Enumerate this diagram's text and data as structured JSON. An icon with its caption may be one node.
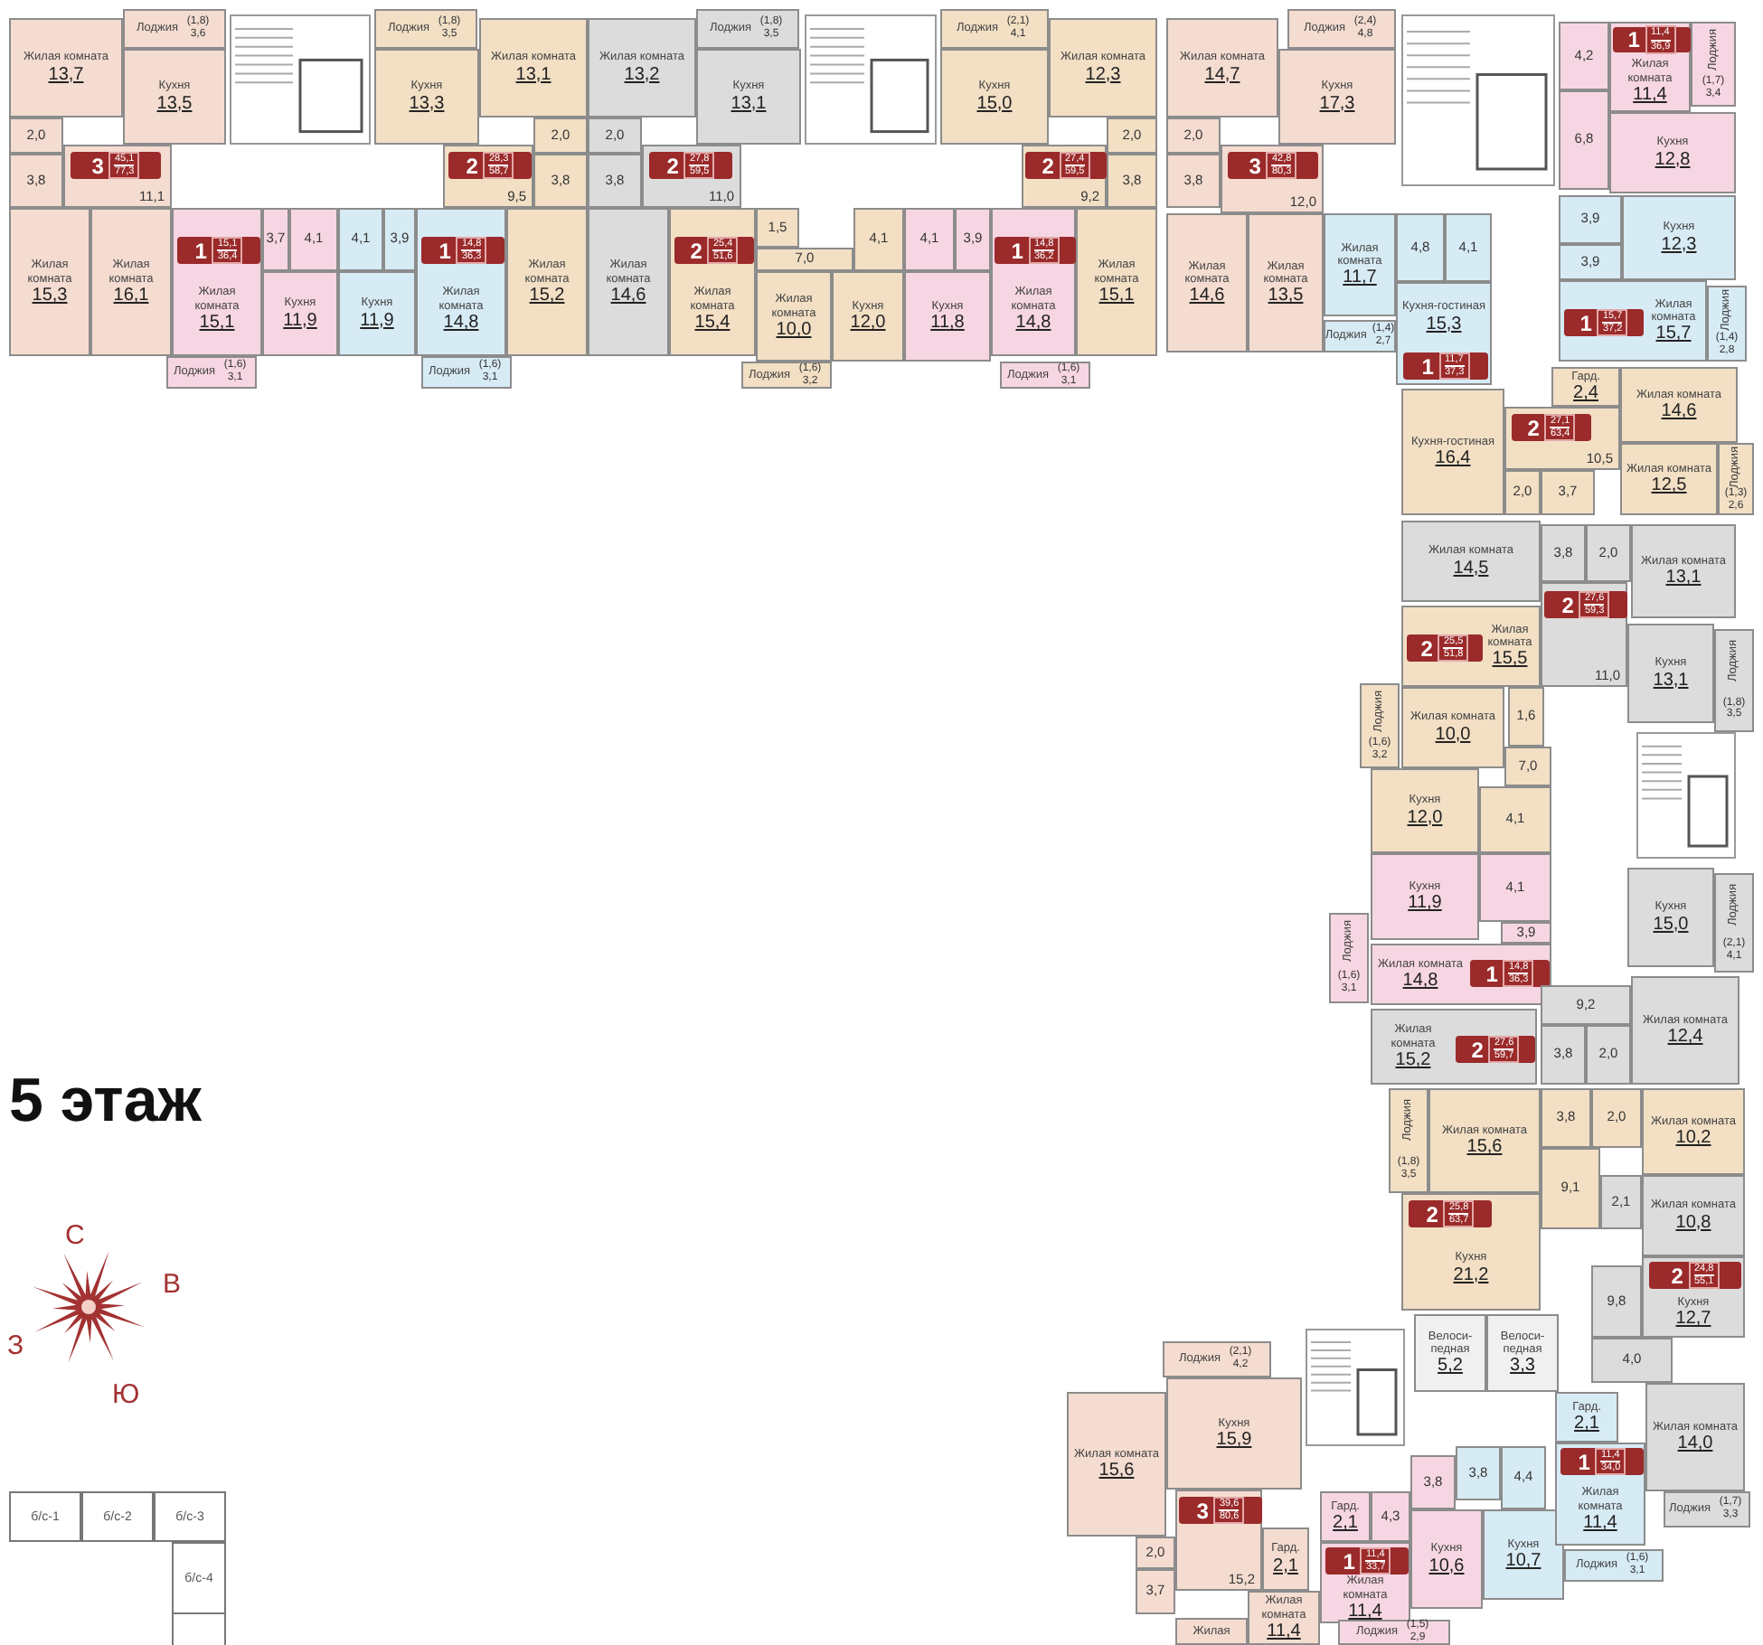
{
  "diagram": {
    "title": "5 этаж",
    "nodes": [
      {
        "text": [
          "Лоджия",
          "(1,8) 3,6"
        ]
      },
      {
        "text": [
          "Жилая комната",
          "13,7"
        ]
      },
      {
        "text": [
          "Кухня",
          "13,5"
        ]
      },
      {
        "text": [
          "2,0"
        ]
      },
      {
        "text": [
          "3,8"
        ]
      },
      {
        "text": [
          "11,1"
        ]
      },
      {
        "text": [
          "3",
          "45,1",
          "77,3"
        ],
        "in": 5
      },
      {
        "text": [
          "Жилая комната",
          "15,3"
        ]
      },
      {
        "text": [
          "Жилая комната",
          "16,1"
        ]
      },
      {
        "text": [
          "Жилая комната",
          "15,1"
        ]
      },
      {
        "text": [
          "1",
          "15,1",
          "36,4"
        ],
        "in": 9
      },
      {
        "text": [
          "3,7"
        ]
      },
      {
        "text": [
          "4,1"
        ]
      },
      {
        "text": [
          "Кухня",
          "11,9"
        ]
      },
      {
        "text": [
          "Лоджия",
          "(1,6) 3,1"
        ]
      },
      {
        "text": [
          "4,1"
        ]
      },
      {
        "text": [
          "3,9"
        ]
      },
      {
        "text": [
          "Кухня",
          "11,9"
        ]
      },
      {
        "text": [
          "Жилая комната",
          "14,8"
        ]
      },
      {
        "text": [
          "1",
          "14,8",
          "36,3"
        ],
        "in": 18
      },
      {
        "text": [
          "Лоджия",
          "(1,6) 3,1"
        ]
      },
      {
        "text": [
          "Лоджия",
          "(1,8) 3,5"
        ]
      },
      {
        "text": [
          "Кухня",
          "13,3"
        ]
      },
      {
        "text": [
          "Жилая комната",
          "13,1"
        ]
      },
      {
        "text": [
          "9,5"
        ]
      },
      {
        "text": [
          "2",
          "28,3",
          "58,7"
        ],
        "in": 24
      },
      {
        "text": [
          "2,0"
        ]
      },
      {
        "text": [
          "3,8"
        ]
      },
      {
        "text": [
          "Жилая комната",
          "15,2"
        ]
      },
      {
        "text": [
          "Лоджия",
          "(1,8) 3,5"
        ]
      },
      {
        "text": [
          "Жилая комната",
          "13,2"
        ]
      },
      {
        "text": [
          "Кухня",
          "13,1"
        ]
      },
      {
        "text": [
          "2,0"
        ]
      },
      {
        "text": [
          "3,8"
        ]
      },
      {
        "text": [
          "11,0"
        ]
      },
      {
        "text": [
          "2",
          "27,8",
          "59,5"
        ],
        "in": 34
      },
      {
        "text": [
          "Жилая комната",
          "14,6"
        ]
      },
      {
        "text": [
          "Жилая комната",
          "15,4"
        ]
      },
      {
        "text": [
          "2",
          "25,4",
          "51,6"
        ],
        "in": 37
      },
      {
        "text": [
          "1,5"
        ]
      },
      {
        "text": [
          "7,0"
        ]
      },
      {
        "text": [
          "4,1"
        ]
      },
      {
        "text": [
          "Жилая комната",
          "10,0"
        ]
      },
      {
        "text": [
          "Кухня",
          "12,0"
        ]
      },
      {
        "text": [
          "Лоджия",
          "(1,6) 3,2"
        ]
      },
      {
        "text": [
          "4,1"
        ]
      },
      {
        "text": [
          "3,9"
        ]
      },
      {
        "text": [
          "Кухня",
          "11,8"
        ]
      },
      {
        "text": [
          "Жилая комната",
          "14,8"
        ]
      },
      {
        "text": [
          "1",
          "14,8",
          "36,2"
        ],
        "in": 48
      },
      {
        "text": [
          "Лоджия",
          "(1,6) 3,1"
        ]
      },
      {
        "text": [
          "Лоджия",
          "(2,1) 4,1"
        ]
      },
      {
        "text": [
          "Кухня",
          "15,0"
        ]
      },
      {
        "text": [
          "Жилая комната",
          "12,3"
        ]
      },
      {
        "text": [
          "9,2"
        ]
      },
      {
        "text": [
          "2",
          "27,4",
          "59,5"
        ],
        "in": 54
      },
      {
        "text": [
          "2,0"
        ]
      },
      {
        "text": [
          "3,8"
        ]
      },
      {
        "text": [
          "Жилая комната",
          "15,1"
        ]
      },
      {
        "text": [
          "Лоджия",
          "(2,4) 4,8"
        ]
      },
      {
        "text": [
          "Жилая комната",
          "14,7"
        ]
      },
      {
        "text": [
          "Кухня",
          "17,3"
        ]
      },
      {
        "text": [
          "2,0"
        ]
      },
      {
        "text": [
          "3,8"
        ]
      },
      {
        "text": [
          "12,0"
        ]
      },
      {
        "text": [
          "3",
          "42,8",
          "80,3"
        ],
        "in": 64
      },
      {
        "text": [
          "Жилая комната",
          "14,6"
        ]
      },
      {
        "text": [
          "Жилая комната",
          "13,5"
        ]
      },
      {
        "text": [
          "Жилая комната",
          "11,7"
        ]
      },
      {
        "text": [
          "Лоджия",
          "(1,4) 2,7"
        ]
      },
      {
        "text": [
          "4,8"
        ]
      },
      {
        "text": [
          "4,1"
        ]
      },
      {
        "text": [
          "Кухня-гостиная",
          "15,3"
        ]
      },
      {
        "text": [
          "1",
          "11,7",
          "37,3"
        ],
        "in": 72
      },
      {
        "text": [
          "4,2"
        ]
      },
      {
        "text": [
          "6,8"
        ]
      },
      {
        "text": [
          "Жилая комната",
          "11,4"
        ]
      },
      {
        "text": [
          "1",
          "11,4",
          "36,9"
        ],
        "in": 76
      },
      {
        "text": [
          "Лоджия",
          "(1,7) 3,4"
        ]
      },
      {
        "text": [
          "Кухня",
          "12,8"
        ]
      },
      {
        "text": [
          "3,9"
        ]
      },
      {
        "text": [
          "Кухня",
          "12,3"
        ]
      },
      {
        "text": [
          "3,9"
        ]
      },
      {
        "text": [
          "Жилая комната",
          "15,7"
        ]
      },
      {
        "text": [
          "1",
          "15,7",
          "37,2"
        ],
        "in": 83
      },
      {
        "text": [
          "Лоджия",
          "(1,4) 2,8"
        ]
      },
      {
        "text": [
          "Гард.",
          "2,4"
        ]
      },
      {
        "text": [
          "Жилая комната",
          "14,6"
        ]
      },
      {
        "text": [
          "Кухня-гостиная",
          "16,4"
        ]
      },
      {
        "text": [
          "10,5"
        ]
      },
      {
        "text": [
          "2",
          "27,1",
          "63,4"
        ],
        "in": 89
      },
      {
        "text": [
          "2,0"
        ]
      },
      {
        "text": [
          "3,7"
        ]
      },
      {
        "text": [
          "Жилая комната",
          "12,5"
        ]
      },
      {
        "text": [
          "Лоджия",
          "(1,3) 2,6"
        ]
      },
      {
        "text": [
          "Жилая комната",
          "14,5"
        ]
      },
      {
        "text": [
          "3,8"
        ]
      },
      {
        "text": [
          "2,0"
        ]
      },
      {
        "text": [
          "11,0"
        ]
      },
      {
        "text": [
          "2",
          "27,6",
          "59,3"
        ],
        "in": 98
      },
      {
        "text": [
          "Жилая комната",
          "13,1"
        ]
      },
      {
        "text": [
          "Кухня",
          "13,1"
        ]
      },
      {
        "text": [
          "Лоджия",
          "(1,8) 3,5"
        ]
      },
      {
        "text": [
          "Жилая комната",
          "15,5"
        ]
      },
      {
        "text": [
          "2",
          "25,5",
          "51,8"
        ],
        "in": 103
      },
      {
        "text": [
          "Лоджия",
          "(1,6) 3,2"
        ]
      },
      {
        "text": [
          "Жилая комната",
          "10,0"
        ]
      },
      {
        "text": [
          "1,6"
        ]
      },
      {
        "text": [
          "7,0"
        ]
      },
      {
        "text": [
          "Кухня",
          "12,0"
        ]
      },
      {
        "text": [
          "4,1"
        ]
      },
      {
        "text": [
          "Кухня",
          "11,9"
        ]
      },
      {
        "text": [
          "4,1"
        ]
      },
      {
        "text": [
          "3,9"
        ]
      },
      {
        "text": [
          "Жилая комната",
          "14,8"
        ]
      },
      {
        "text": [
          "1",
          "14,8",
          "36,3"
        ],
        "in": 114
      },
      {
        "text": [
          "Лоджия",
          "(1,6) 3,1"
        ]
      },
      {
        "text": [
          "Кухня",
          "15,0"
        ]
      },
      {
        "text": [
          "Лоджия",
          "(2,1) 4,1"
        ]
      },
      {
        "text": [
          "Жилая комната",
          "15,2"
        ]
      },
      {
        "text": [
          "2",
          "27,6",
          "59,7"
        ],
        "in": 119
      },
      {
        "text": [
          "9,2"
        ]
      },
      {
        "text": [
          "3,8"
        ]
      },
      {
        "text": [
          "2,0"
        ]
      },
      {
        "text": [
          "Жилая комната",
          "12,4"
        ]
      },
      {
        "text": [
          "Лоджия",
          "(1,8) 3,5"
        ]
      },
      {
        "text": [
          "Жилая комната",
          "15,6"
        ]
      },
      {
        "text": [
          "3,8"
        ]
      },
      {
        "text": [
          "2,0"
        ]
      },
      {
        "text": [
          "9,1"
        ]
      },
      {
        "text": [
          "Жилая комната",
          "10,2"
        ]
      },
      {
        "text": [
          "Кухня",
          "21,2"
        ]
      },
      {
        "text": [
          "2",
          "25,8",
          "63,7"
        ],
        "in": 131
      },
      {
        "text": [
          "2,1"
        ]
      },
      {
        "text": [
          "Жилая комната",
          "10,8"
        ]
      },
      {
        "text": [
          "9,8"
        ]
      },
      {
        "text": [
          "Кухня",
          "12,7"
        ]
      },
      {
        "text": [
          "2",
          "24,8",
          "55,1"
        ],
        "in": 136
      },
      {
        "text": [
          "4,0"
        ]
      },
      {
        "text": [
          "Жилая комната",
          "14,0"
        ]
      },
      {
        "text": [
          "Лоджия",
          "(1,7) 3,3"
        ]
      },
      {
        "text": [
          "Велоси-педная",
          "5,2"
        ]
      },
      {
        "text": [
          "Велоси-педная",
          "3,3"
        ]
      },
      {
        "text": [
          "Лоджия",
          "(2,1) 4,2"
        ]
      },
      {
        "text": [
          "Жилая комната",
          "15,6"
        ]
      },
      {
        "text": [
          "Кухня",
          "15,9"
        ]
      },
      {
        "text": [
          "2,0"
        ]
      },
      {
        "text": [
          "3,7"
        ]
      },
      {
        "text": [
          "15,2"
        ]
      },
      {
        "text": [
          "3",
          "39,6",
          "80,6"
        ],
        "in": 148
      },
      {
        "text": [
          "Гард.",
          "2,1"
        ]
      },
      {
        "text": [
          "Жилая комната",
          "11,4"
        ]
      },
      {
        "text": [
          "Жилая"
        ]
      },
      {
        "text": [
          "Гард.",
          "2,1"
        ]
      },
      {
        "text": [
          "4,3"
        ]
      },
      {
        "text": [
          "3,8"
        ]
      },
      {
        "text": [
          "Кухня",
          "10,6"
        ]
      },
      {
        "text": [
          "Жилая комната",
          "11,4"
        ]
      },
      {
        "text": [
          "1",
          "11,4",
          "33,7"
        ],
        "in": 157
      },
      {
        "text": [
          "Лоджия",
          "(1,5) 2,9"
        ]
      },
      {
        "text": [
          "3,8"
        ]
      },
      {
        "text": [
          "4,4"
        ]
      },
      {
        "text": [
          "Кухня",
          "10,7"
        ]
      },
      {
        "text": [
          "Гард.",
          "2,1"
        ]
      },
      {
        "text": [
          "Жилая комната",
          "11,4"
        ]
      },
      {
        "text": [
          "1",
          "11,4",
          "34,0"
        ],
        "in": 164
      },
      {
        "text": [
          "Лоджия",
          "(1,6) 3,1"
        ]
      },
      {
        "text": [
          "б/с-1"
        ]
      },
      {
        "text": [
          "б/с-2"
        ]
      },
      {
        "text": [
          "б/с-3"
        ]
      },
      {
        "text": [
          "б/с-4"
        ]
      }
    ],
    "labels": [
      "С",
      "В",
      "З",
      "Ю"
    ]
  }
}
